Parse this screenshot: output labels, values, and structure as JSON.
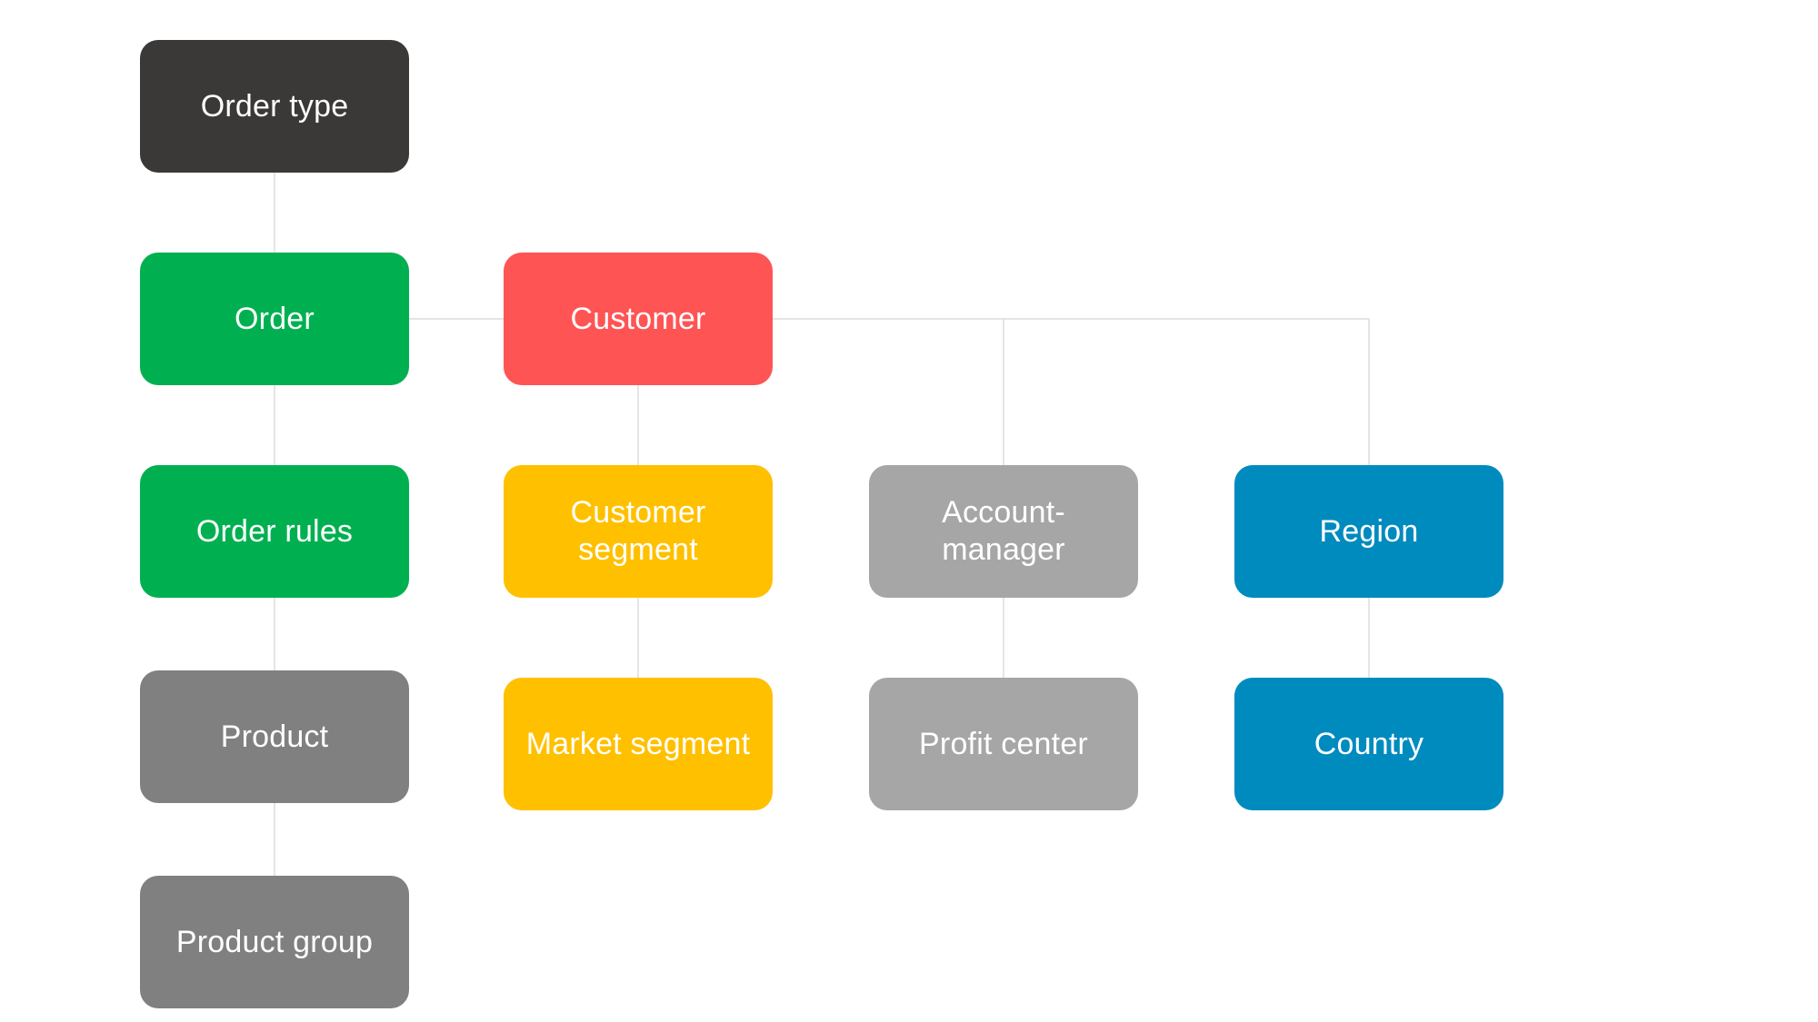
{
  "nodes": {
    "order_type": {
      "label": "Order type",
      "color": "#3a3938"
    },
    "order": {
      "label": "Order",
      "color": "#00b050"
    },
    "customer": {
      "label": "Customer",
      "color": "#ff5454"
    },
    "order_rules": {
      "label": "Order rules",
      "color": "#00b050"
    },
    "customer_segment": {
      "label": "Customer\nsegment",
      "color": "#ffc000"
    },
    "account_manager": {
      "label": "Account-\nmanager",
      "color": "#a6a6a6"
    },
    "region": {
      "label": "Region",
      "color": "#008bbf"
    },
    "product": {
      "label": "Product",
      "color": "#808080"
    },
    "market_segment": {
      "label": "Market segment",
      "color": "#ffc000"
    },
    "profit_center": {
      "label": "Profit center",
      "color": "#a6a6a6"
    },
    "country": {
      "label": "Country",
      "color": "#008bbf"
    },
    "product_group": {
      "label": "Product group",
      "color": "#808080"
    }
  },
  "connector_color": "#dcdcdc"
}
